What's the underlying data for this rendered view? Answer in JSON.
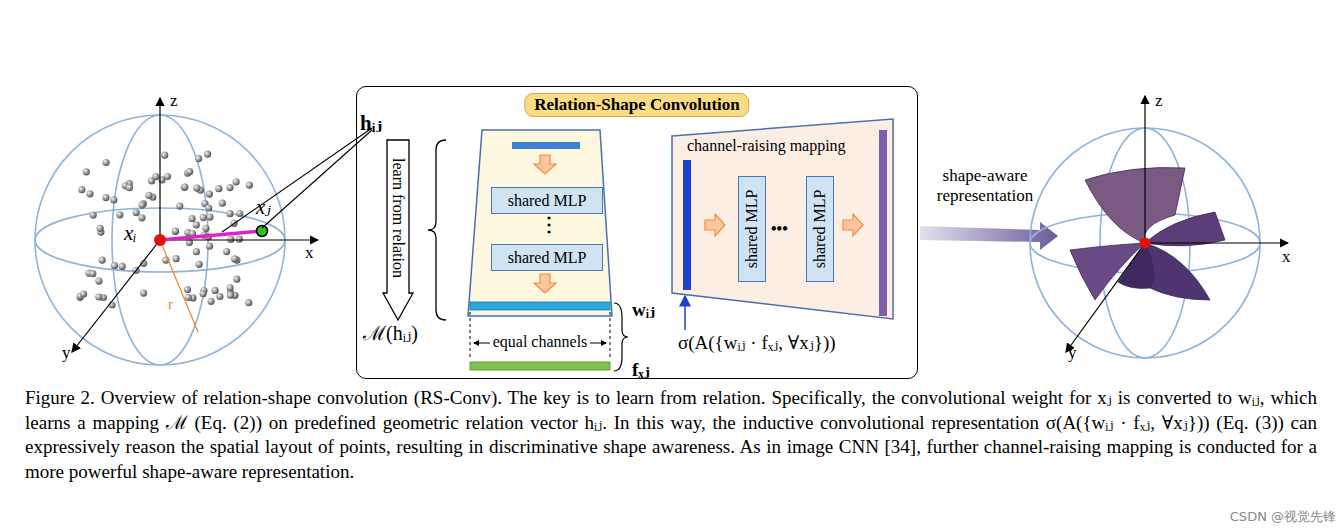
{
  "diagram": {
    "caption": "Figure 2. Overview of relation-shape convolution (RS-Conv). The key is to learn from relation. Specifically, the convolutional weight for xⱼ is converted to wᵢⱼ, which learns a mapping ℳ (Eq. (2)) on predefined geometric relation vector hᵢⱼ. In this way, the inductive convolutional representation σ(A({wᵢⱼ · fₓⱼ, ∀xⱼ})) (Eq. (3)) can expressively reason the spatial layout of points, resulting in discriminative shape awareness. As in image CNN [34], further channel-raising mapping is conducted for a more powerful shape-aware representation.",
    "nodes": [
      {
        "text": [
          "Relation-Shape Convolution"
        ]
      },
      {
        "text": [
          "learn from relation"
        ],
        "in": 0
      },
      {
        "text": [
          "shared MLP"
        ],
        "in": 0
      },
      {
        "text": [
          "shared MLP"
        ],
        "in": 0
      },
      {
        "text": [
          "channel-raising mapping"
        ],
        "in": 0
      },
      {
        "text": [
          "shared MLP"
        ],
        "in": 4
      },
      {
        "text": [
          "shared MLP"
        ],
        "in": 4
      }
    ],
    "labels": [
      "z",
      "x",
      "y",
      "xᵢ",
      "xⱼ",
      "r",
      "hᵢⱼ",
      "ℳ(hᵢⱼ)",
      "⋮",
      "wᵢⱼ",
      "equal channels",
      "fₓⱼ",
      "σ(A({wᵢⱼ · fₓⱼ, ∀xⱼ}))",
      "•••",
      "shape-aware representation",
      "z",
      "x",
      "y",
      "CSDN @视觉先锋"
    ]
  }
}
